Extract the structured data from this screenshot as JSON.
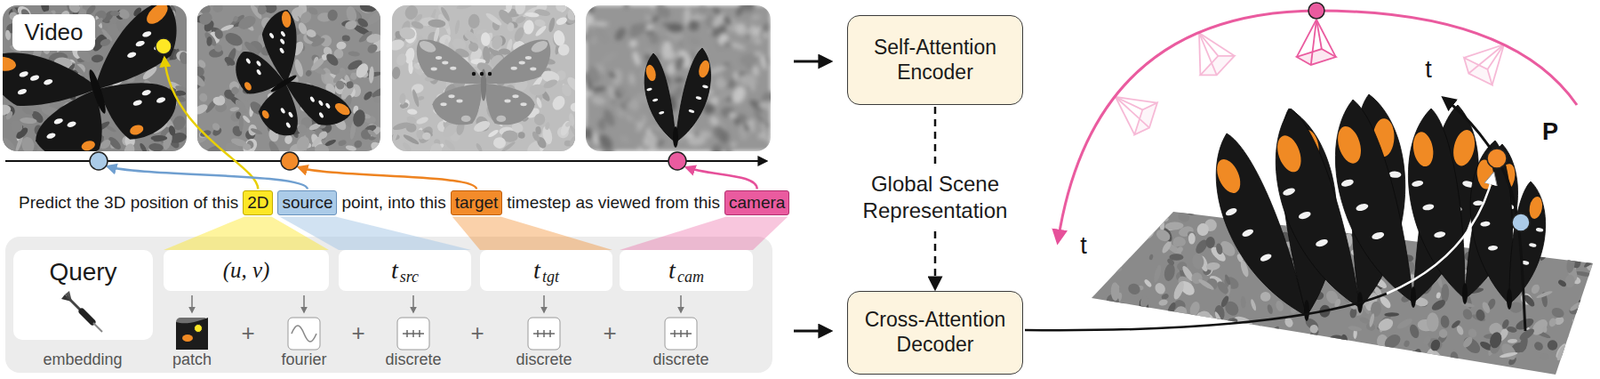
{
  "diagram": {
    "nodes": [
      {
        "text": [
          "Video"
        ]
      },
      {
        "text": [
          "Self-Attention Encoder"
        ]
      },
      {
        "text": [
          "2D"
        ]
      },
      {
        "text": [
          "source"
        ]
      },
      {
        "text": [
          "target"
        ]
      },
      {
        "text": [
          "camera"
        ]
      },
      {
        "text": [
          "Query"
        ]
      },
      {
        "text": [
          "(u, v)"
        ]
      },
      {
        "text": [
          "t",
          "src"
        ]
      },
      {
        "text": [
          "t",
          "tgt"
        ]
      },
      {
        "text": [
          "t",
          "cam"
        ]
      },
      {
        "text": [
          "Cross-Attention Decoder"
        ]
      }
    ],
    "edges": [
      {
        "from": 1,
        "to": 11,
        "arrow": "to",
        "label": "Global Scene Representation"
      }
    ],
    "labels": [
      "Predict the 3D position of this",
      "point, into this",
      "timestep as viewed from this",
      "embedding",
      "patch",
      "+",
      "fourier",
      "+",
      "discrete",
      "+",
      "discrete",
      "+",
      "discrete",
      "t",
      "P",
      "t"
    ]
  }
}
